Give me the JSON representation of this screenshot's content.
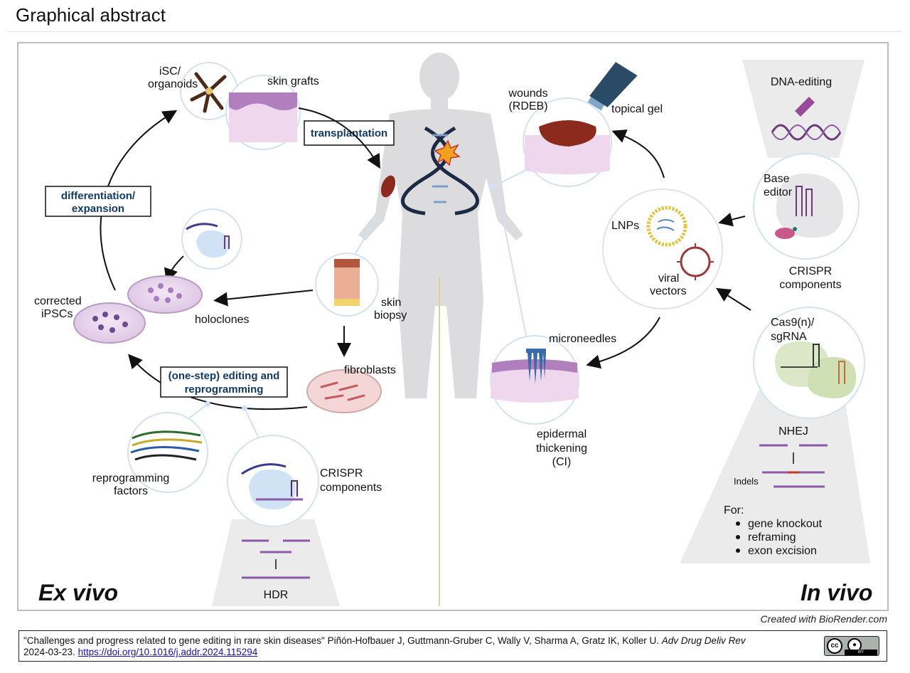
{
  "header": {
    "title": "Graphical abstract"
  },
  "diagram": {
    "labels": {
      "isc": "iSC/",
      "organoids": "organoids",
      "skin_grafts": "skin grafts",
      "transplantation": "transplantation",
      "diff_line1": "differentiation/",
      "diff_line2": "expansion",
      "corrected_line1": "corrected",
      "corrected_line2": "iPSCs",
      "holoclones": "holoclones",
      "skin": "skin",
      "biopsy": "biopsy",
      "fibroblasts": "fibroblasts",
      "onestep_line1": "(one-step) editing and",
      "onestep_line2": "reprogramming",
      "reprog_line1": "reprogramming",
      "reprog_line2": "factors",
      "crispr_left_line1": "CRISPR",
      "crispr_left_line2": "components",
      "hdr": "HDR",
      "ex_vivo": "Ex vivo",
      "wounds_line1": "wounds",
      "wounds_line2": "(RDEB)",
      "topical_gel": "topical gel",
      "lnps": "LNPs",
      "viral": "viral",
      "vectors": "vectors",
      "microneedles": "microneedles",
      "epi_line1": "epidermal",
      "epi_line2": "thickening",
      "epi_line3": "(CI)",
      "dna_editing": "DNA-editing",
      "base": "Base",
      "editor": "editor",
      "crispr_right_line1": "CRISPR",
      "crispr_right_line2": "components",
      "cas9_line1": "Cas9(n)/",
      "cas9_line2": "sgRNA",
      "nhej": "NHEJ",
      "indels": "Indels",
      "for": "For:",
      "bullet1": "gene knockout",
      "bullet2": "reframing",
      "bullet3": "exon excision",
      "in_vivo": "In vivo"
    }
  },
  "footer": {
    "credit": "Created with BioRender.com",
    "citation_text": "\"Challenges and progress related to gene editing in rare skin diseases\" Piñón-Hofbauer J, Guttmann-Gruber C, Wally V, Sharma A, Gratz IK, Koller U. ",
    "journal": "Adv Drug Deliv Rev",
    "date": "2024-03-23.",
    "doi": "https://doi.org/10.1016/j.addr.2024.115294",
    "license_cc": "cc",
    "license_by": "BY"
  },
  "colors": {
    "arrow": "#111111",
    "box_text": "#123a64",
    "body_silhouette": "#dcdcdf",
    "wound": "#8b2a1d",
    "skin_pink": "#e6c5e0"
  }
}
